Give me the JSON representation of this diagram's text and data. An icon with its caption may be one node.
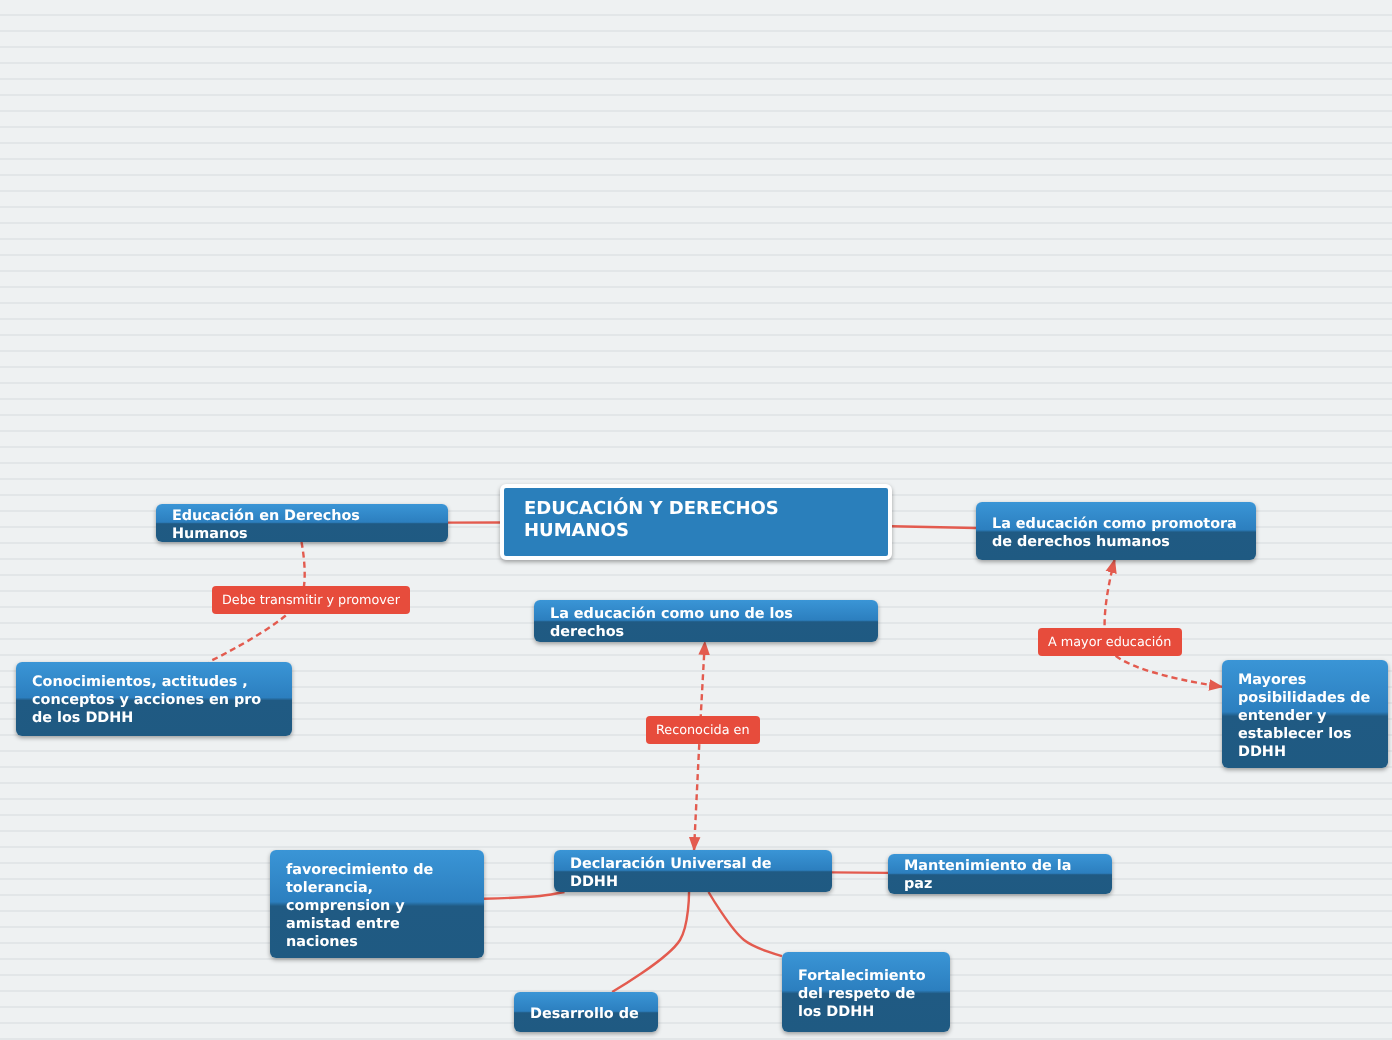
{
  "diagram": {
    "nodes": [
      {
        "text": [
          "EDUCACIÓN Y DERECHOS HUMANOS"
        ]
      },
      {
        "text": [
          "Educación en Derechos Humanos"
        ]
      },
      {
        "text": [
          "La educación como promotora de derechos humanos"
        ]
      },
      {
        "text": [
          "La educación como uno de los derechos"
        ]
      },
      {
        "text": [
          "Conocimientos, actitudes , conceptos y acciones  en pro de los DDHH"
        ]
      },
      {
        "text": [
          "Mayores posibilidades de entender y establecer los DDHH"
        ]
      },
      {
        "text": [
          "favorecimiento de tolerancia, comprension y amistad entre naciones"
        ]
      },
      {
        "text": [
          "Declaración Universal de DDHH"
        ]
      },
      {
        "text": [
          "Mantenimiento de la paz"
        ]
      },
      {
        "text": [
          "Desarrollo de"
        ]
      },
      {
        "text": [
          "Fortalecimiento del respeto de los DDHH"
        ]
      }
    ],
    "edges": [
      {
        "from": 0,
        "to": 1,
        "arrow": "none"
      },
      {
        "from": 1,
        "to": 4,
        "arrow": "none",
        "label": "Debe transmitir y promover",
        "style": "dashed"
      },
      {
        "from": 0,
        "to": 2,
        "arrow": "none"
      },
      {
        "from": 2,
        "to": 5,
        "arrow": "both",
        "label": "A mayor educación",
        "style": "dashed"
      },
      {
        "from": 7,
        "to": 3,
        "arrow": "both",
        "label": "Reconocida en",
        "style": "dashed"
      },
      {
        "from": 7,
        "to": 6,
        "arrow": "none"
      },
      {
        "from": 7,
        "to": 8,
        "arrow": "none"
      },
      {
        "from": 7,
        "to": 9,
        "arrow": "none"
      },
      {
        "from": 7,
        "to": 10,
        "arrow": "none"
      }
    ]
  }
}
